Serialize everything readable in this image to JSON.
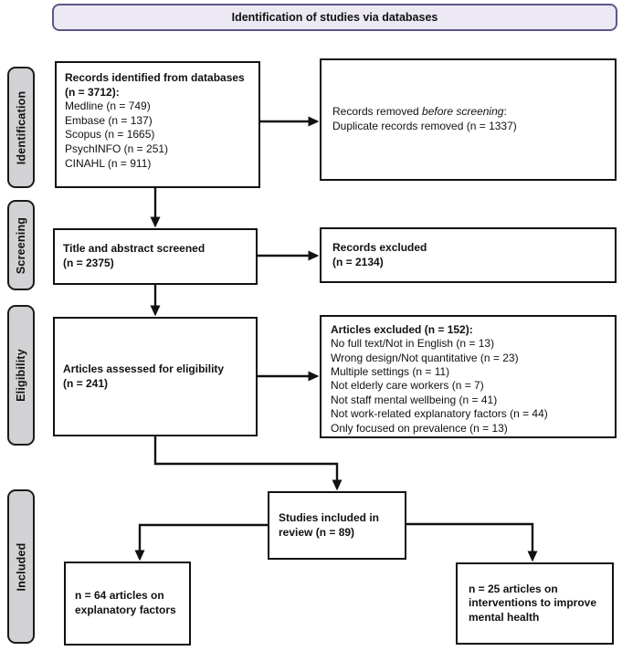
{
  "header": {
    "title": "Identification of studies via databases"
  },
  "stages": {
    "identification": "Identification",
    "screening": "Screening",
    "eligibility": "Eligibility",
    "included": "Included"
  },
  "boxes": {
    "records_identified": {
      "title": "Records identified from databases (n = 3712):",
      "lines": [
        "Medline (n = 749)",
        "Embase (n = 137)",
        "Scopus (n = 1665)",
        "PsychINFO (n = 251)",
        "CINAHL (n = 911)"
      ]
    },
    "records_removed": {
      "prefix": "Records removed ",
      "italic": "before screening",
      "suffix": ":",
      "line2": "Duplicate records removed (n = 1337)"
    },
    "title_abstract_screened": {
      "line1": "Title and abstract screened",
      "line2": "(n = 2375)"
    },
    "records_excluded": {
      "line1": "Records excluded",
      "line2": "(n = 2134)"
    },
    "articles_assessed": {
      "line1": "Articles assessed for eligibility",
      "line2": "(n = 241)"
    },
    "articles_excluded": {
      "title": "Articles excluded (n = 152):",
      "lines": [
        "No full text/Not in English (n = 13)",
        "Wrong design/Not quantitative (n = 23)",
        "Multiple settings (n = 11)",
        "Not elderly care workers (n = 7)",
        "Not staff mental wellbeing (n = 41)",
        "Not work-related explanatory factors (n = 44)",
        "Only focused on prevalence (n = 13)"
      ]
    },
    "studies_included": {
      "text": "Studies included in review (n = 89)"
    },
    "explanatory": {
      "text": "n = 64 articles on explanatory factors"
    },
    "interventions": {
      "text": "n = 25 articles on interventions to improve mental health"
    }
  }
}
